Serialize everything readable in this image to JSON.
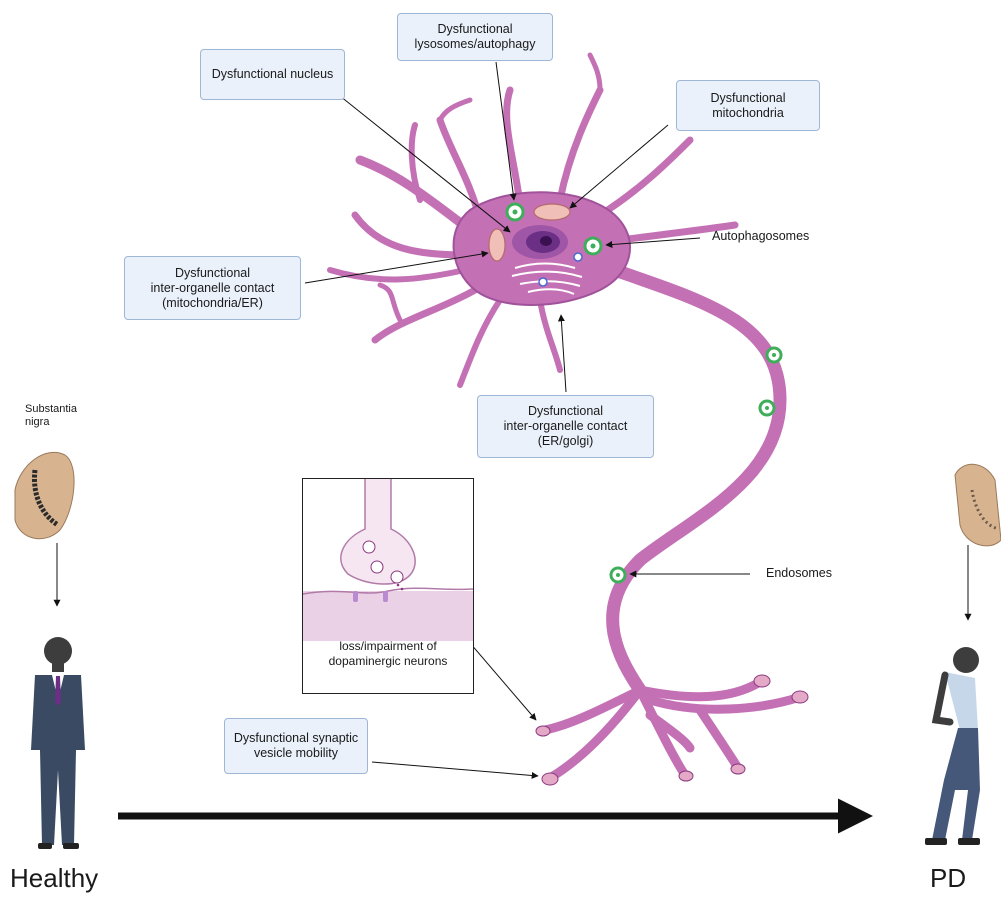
{
  "labels": {
    "lysosomes_line1": "Dysfunctional",
    "lysosomes_line2": "lysosomes/autophagy",
    "nucleus": "Dysfunctional nucleus",
    "mito_line1": "Dysfunctional",
    "mito_line2": "mitochondria",
    "autophagosomes": "Autophagosomes",
    "contact_mito_line1": "Dysfunctional",
    "contact_mito_line2": "inter-organelle contact",
    "contact_mito_line3": "(mitochondria/ER)",
    "contact_golgi_line1": "Dysfunctional",
    "contact_golgi_line2": "inter-organelle contact",
    "contact_golgi_line3": "(ER/golgi)",
    "substantia_line1": "Substantia",
    "substantia_line2": "nigra",
    "endosomes": "Endosomes",
    "inset_line1": "loss/impairment of",
    "inset_line2": "dopaminergic neurons",
    "synaptic_line1": "Dysfunctional synaptic",
    "synaptic_line2": "vesicle mobility",
    "healthy": "Healthy",
    "pd": "PD"
  },
  "colors": {
    "neuron": "#c470b5",
    "neuron_stroke": "#8a3a80",
    "nucleus": "#6b2f86",
    "box_fill": "#eaf1fb",
    "box_border": "#9fb7d6",
    "arrow": "#111111",
    "vesicle": "#3fae5a"
  }
}
